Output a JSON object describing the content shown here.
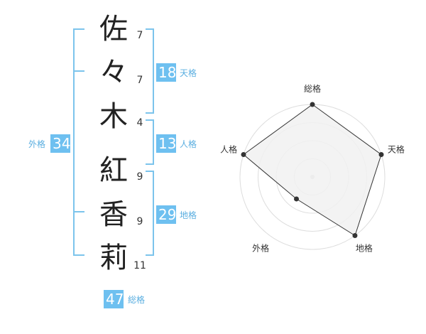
{
  "name": {
    "chars": [
      "佐",
      "々",
      "木",
      "紅",
      "香",
      "莉"
    ],
    "strokes": [
      "7",
      "7",
      "4",
      "9",
      "9",
      "11"
    ]
  },
  "kakusu": {
    "tenkaku": {
      "value": "18",
      "label": "天格"
    },
    "jinkaku": {
      "value": "13",
      "label": "人格"
    },
    "chikaku": {
      "value": "29",
      "label": "地格"
    },
    "gaikaku": {
      "value": "34",
      "label": "外格"
    },
    "soukaku": {
      "value": "47",
      "label": "総格"
    }
  },
  "chart_data": {
    "type": "radar",
    "categories": [
      "総格",
      "天格",
      "地格",
      "外格",
      "人格"
    ],
    "values": [
      4,
      4,
      4,
      1.5,
      4
    ],
    "rlim": [
      0,
      4
    ],
    "rings": 4,
    "colors": {
      "fill": "#f1f1f1",
      "line": "#333333",
      "ring": "#dddddd"
    }
  },
  "colors": {
    "accent": "#6ec0f0",
    "bracket": "#7cc4ec",
    "label": "#5aaee0"
  }
}
